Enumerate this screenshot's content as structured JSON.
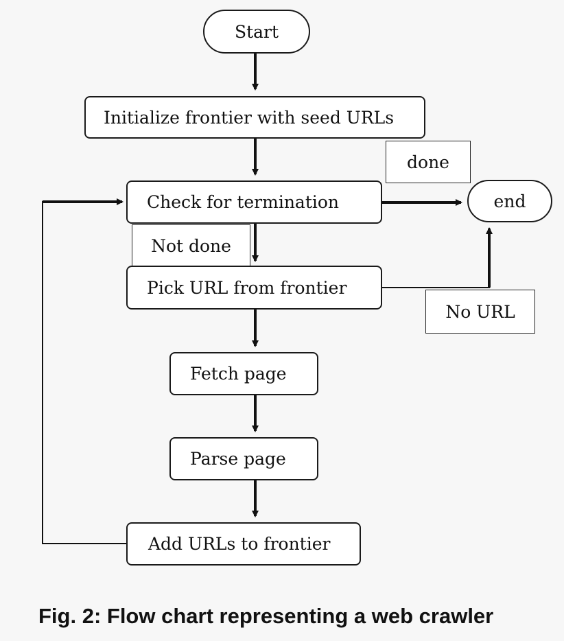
{
  "flowchart": {
    "start": "Start",
    "initialize": "Initialize frontier with seed URLs",
    "check_termination": "Check for termination",
    "pick_url": "Pick URL from frontier",
    "fetch_page": "Fetch page",
    "parse_page": "Parse page",
    "add_urls": "Add URLs to frontier",
    "end": "end",
    "edge_labels": {
      "done": "done",
      "not_done": "Not done",
      "no_url": "No URL"
    }
  },
  "caption": "Fig. 2: Flow chart representing a web crawler"
}
